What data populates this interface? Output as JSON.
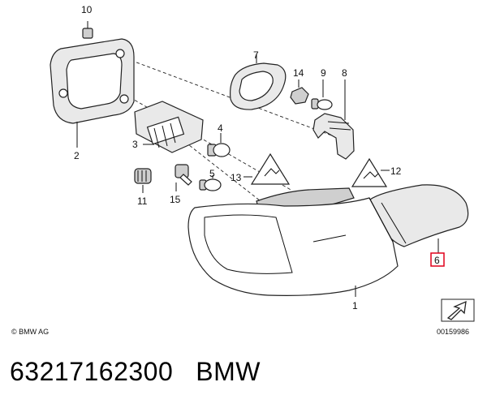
{
  "callouts": {
    "n1": "1",
    "n2": "2",
    "n3": "3",
    "n4": "4",
    "n5": "5",
    "n6": "6",
    "n7": "7",
    "n8": "8",
    "n9": "9",
    "n10": "10",
    "n11": "11",
    "n12": "12",
    "n13": "13",
    "n14": "14",
    "n15": "15"
  },
  "highlight_color": "#e0001b",
  "copyright": "© BMW AG",
  "image_number": "00159986",
  "footer": {
    "part_number": "63217162300",
    "brand": "BMW"
  }
}
